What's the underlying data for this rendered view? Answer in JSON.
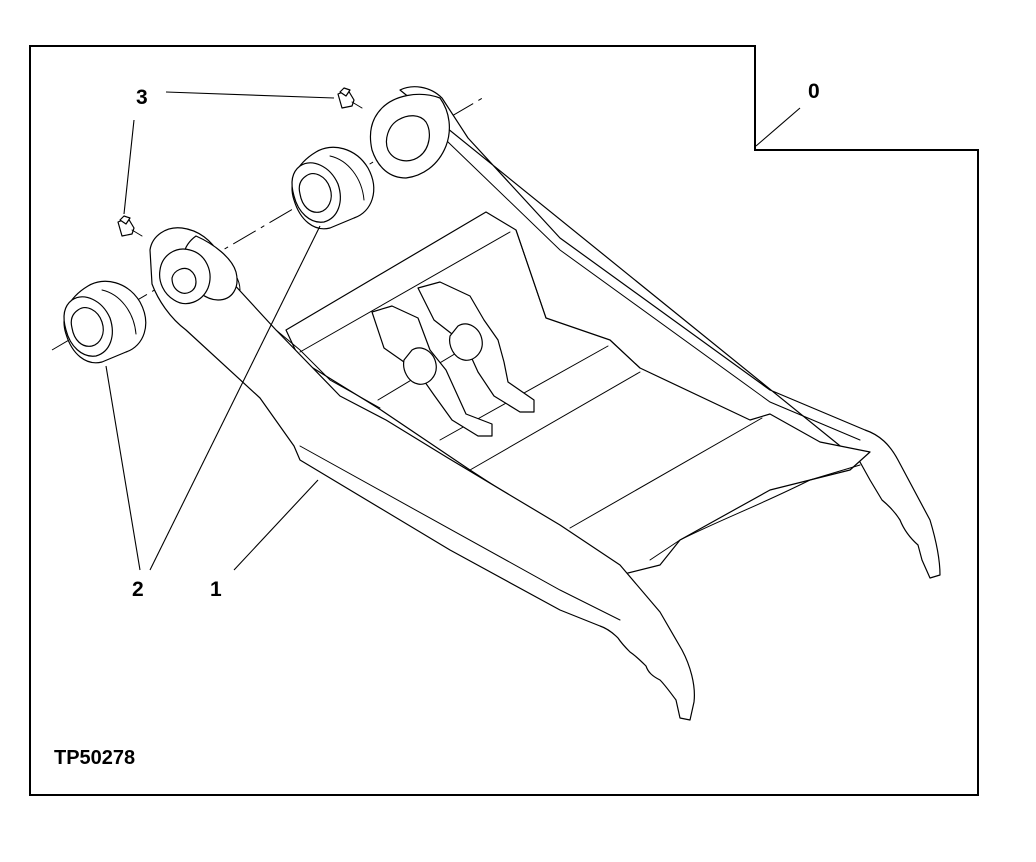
{
  "figure": {
    "id_label": "TP50278",
    "callouts": [
      {
        "label": "0",
        "part": "assembly"
      },
      {
        "label": "1",
        "part": "link"
      },
      {
        "label": "2",
        "part": "bushing"
      },
      {
        "label": "3",
        "part": "grease-fitting"
      }
    ]
  }
}
